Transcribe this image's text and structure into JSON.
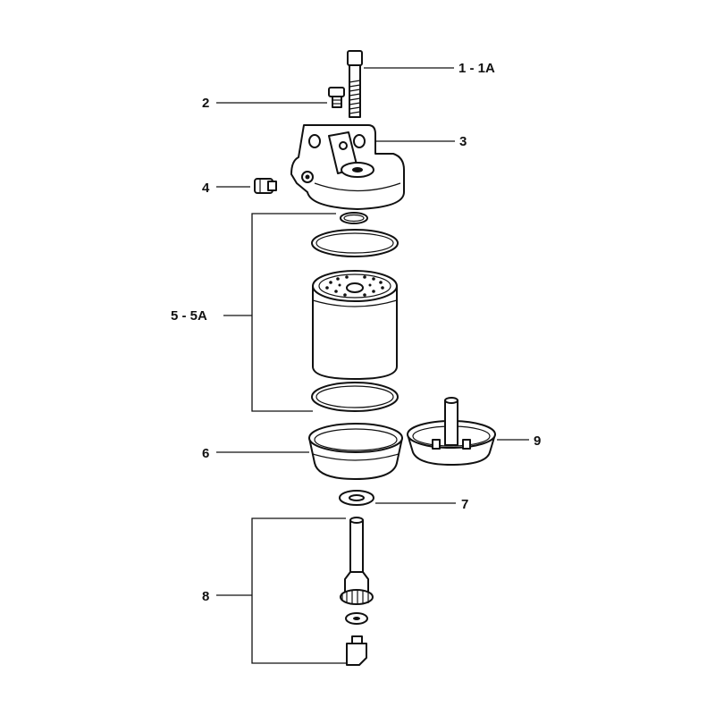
{
  "callouts": {
    "c1": "1 - 1A",
    "c2": "2",
    "c3": "3",
    "c4": "4",
    "c5": "5 - 5A",
    "c6": "6",
    "c7": "7",
    "c8": "8",
    "c9": "9"
  },
  "colors": {
    "line": "#111111",
    "background": "#ffffff"
  }
}
